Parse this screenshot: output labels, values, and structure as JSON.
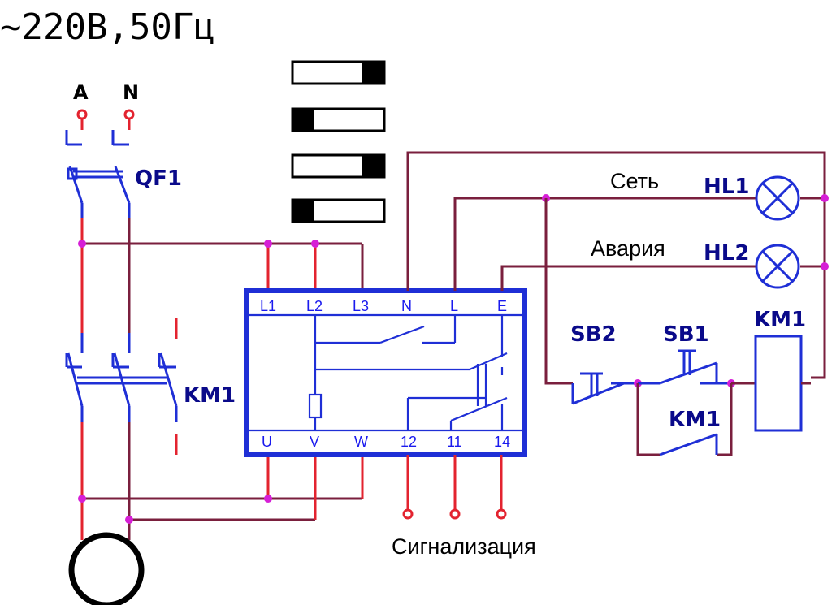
{
  "title": "~220В,50Гц",
  "phases": {
    "a": "A",
    "n": "N"
  },
  "breaker": {
    "label": "QF1"
  },
  "contactor_main": {
    "label": "KM1"
  },
  "relay": {
    "top_terminals": [
      "L1",
      "L2",
      "L3",
      "N",
      "L",
      "E"
    ],
    "bottom_terminals": [
      "U",
      "V",
      "W",
      "12",
      "11",
      "14"
    ]
  },
  "lamps": [
    {
      "label": "HL1",
      "caption": "Сеть"
    },
    {
      "label": "HL2",
      "caption": "Авария"
    }
  ],
  "buttons": {
    "sb2": "SB2",
    "sb1": "SB1"
  },
  "coil": {
    "label": "KM1"
  },
  "aux_contact": {
    "label": "KM1"
  },
  "signal": {
    "caption": "Сигнализация"
  },
  "colors": {
    "phase_wire": "#e3232f",
    "control_wire": "#7a1f3d",
    "device": "#1f2fd6",
    "junction": "#d61fd6"
  }
}
